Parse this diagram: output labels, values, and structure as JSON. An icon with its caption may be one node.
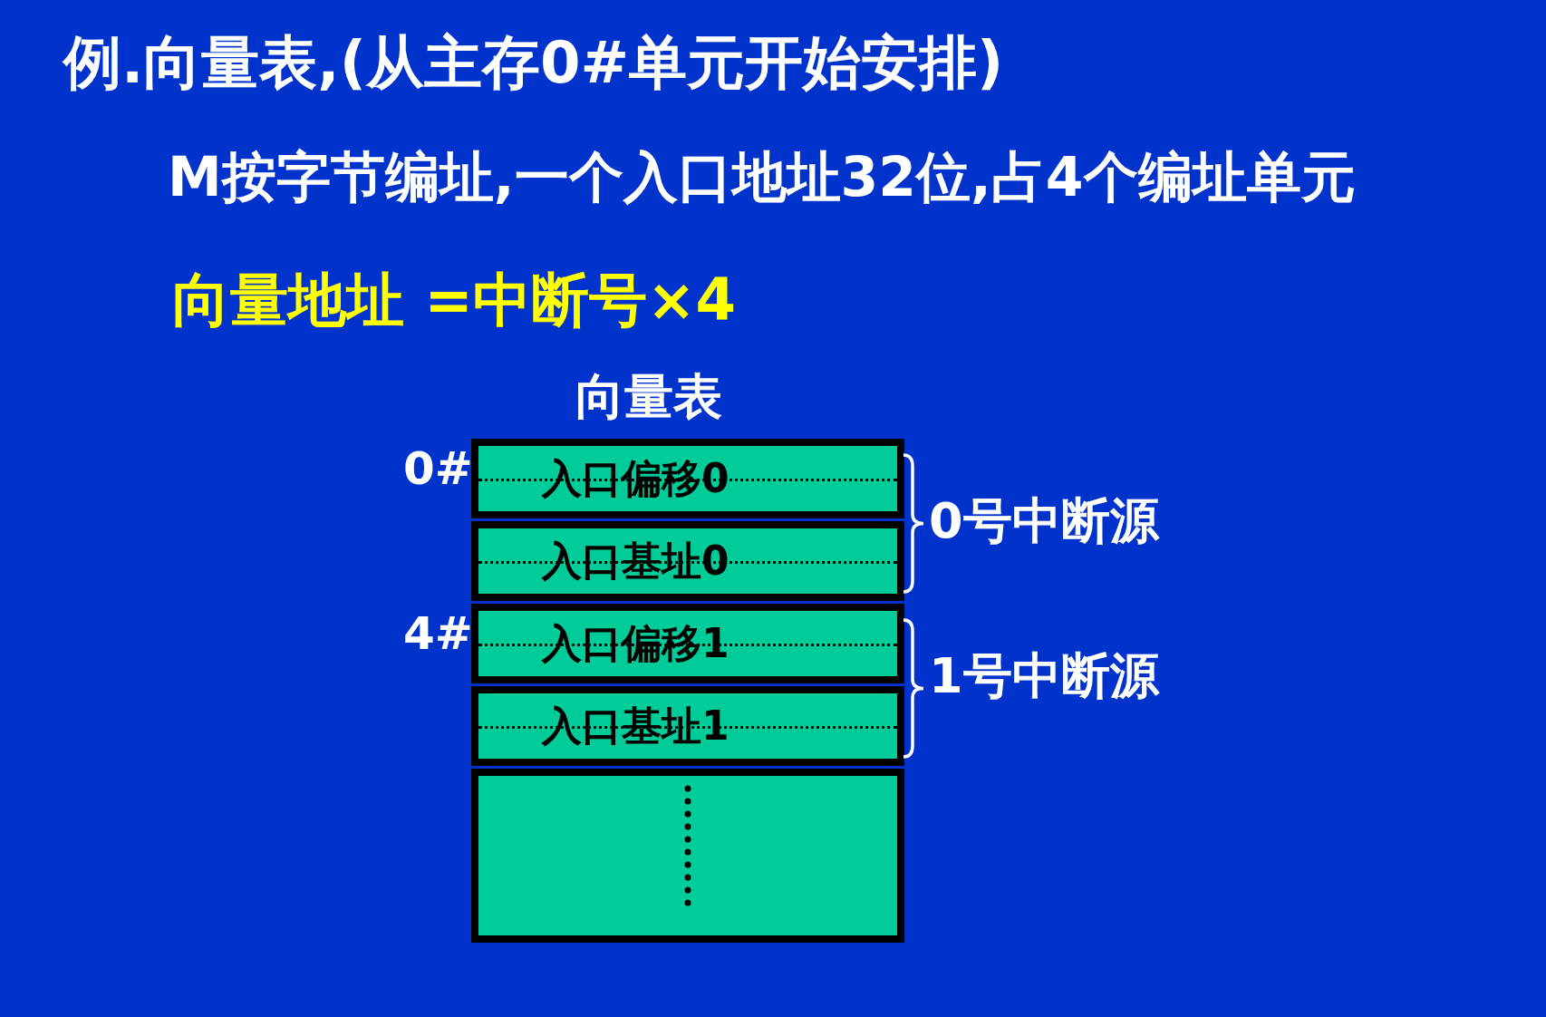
{
  "diagram": {
    "title": "例.向量表,(从主存0#单元开始安排)",
    "nodes": [
      {
        "text": [
          "入口偏移0"
        ]
      },
      {
        "text": [
          "入口基址0"
        ]
      },
      {
        "text": [
          "入口偏移1"
        ]
      },
      {
        "text": [
          "入口基址1"
        ]
      },
      {
        "text": [],
        "shape": "box"
      }
    ],
    "labels": [
      "M按字节编址,一个入口地址32位,占4个编址单元",
      "向量地址 =中断号×4",
      "向量表",
      "0#",
      "4#",
      "0号中断源",
      "1号中断源"
    ]
  }
}
